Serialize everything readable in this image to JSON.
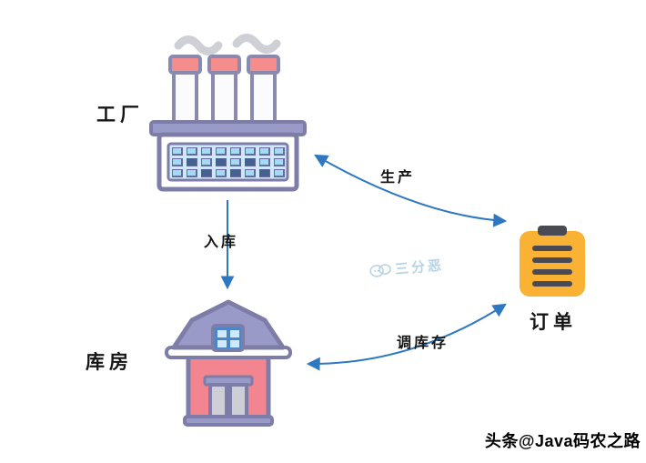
{
  "diagram": {
    "title": "factory-warehouse-order flow",
    "nodes": {
      "factory": {
        "label": "工厂",
        "icon": "factory-icon"
      },
      "warehouse": {
        "label": "库房",
        "icon": "warehouse-icon"
      },
      "order": {
        "label": "订单",
        "icon": "clipboard-icon"
      }
    },
    "edges": {
      "production": {
        "label": "生产",
        "from": "order",
        "to": "factory",
        "style": "curved-double-arrow"
      },
      "inbound": {
        "label": "入库",
        "from": "factory",
        "to": "warehouse",
        "style": "straight-arrow"
      },
      "adjust": {
        "label": "调库存",
        "from": "order",
        "to": "warehouse",
        "style": "curved-double-arrow"
      }
    },
    "watermark": {
      "text": "三分恶",
      "icon": "cloud-bubbles-icon"
    },
    "credit": {
      "text": "头条@Java码农之路"
    },
    "colors": {
      "arrow": "#2e78c2",
      "outline": "#7d7da8",
      "factory_band": "#9a9ac8",
      "factory_window": "#a5daf5",
      "chimney_cap": "#f58d8d",
      "warehouse_body": "#f2858f",
      "warehouse_roof": "#9a9ac8",
      "warehouse_window": "#4a86c8",
      "clipboard_body": "#f9b234",
      "clipboard_lines": "#4a4a55",
      "smoke": "#cfcfd6",
      "watermark": "#b0cfe4",
      "label_text": "#151515"
    }
  }
}
